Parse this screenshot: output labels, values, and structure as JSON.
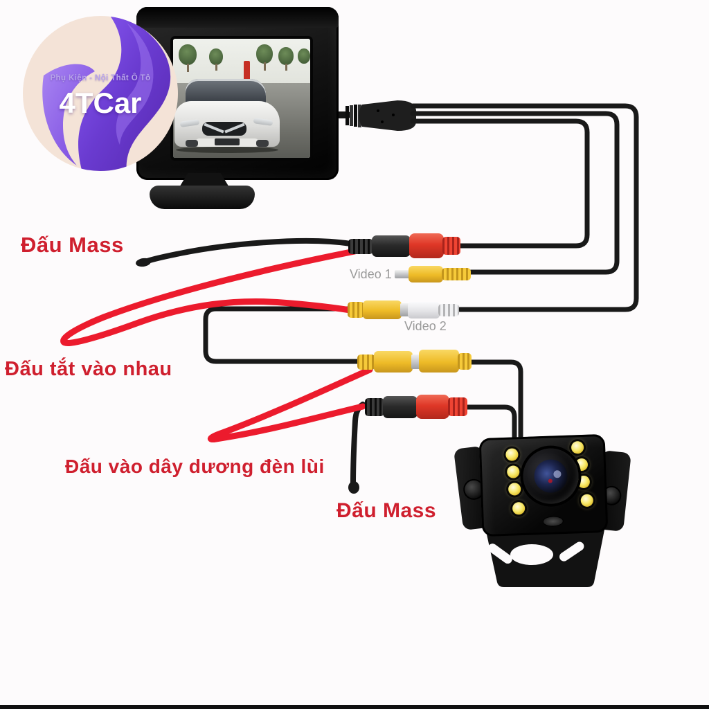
{
  "logo": {
    "tagline": "Phụ Kiện - Nội Thất Ô Tô",
    "brand": "4TCar"
  },
  "annotations": {
    "mass_top": "Đấu Mass",
    "video1": "Video 1",
    "video2": "Video 2",
    "twist_together": "Đấu tắt vào nhau",
    "reverse_positive": "Đấu vào dây dương đèn lùi",
    "mass_bottom": "Đấu Mass"
  },
  "components": {
    "monitor": "dash-monitor-showing-car",
    "camera": "rear-camera-8-led",
    "splitter": "monitor-3-wire-harness",
    "row1": "black DC female + red DC male (monitor power)",
    "row2": "yellow RCA female + white RCA male (Video 2 input)",
    "row3": "yellow RCA male + yellow RCA female (camera video)",
    "row4": "black DC female + red DC male (camera power)"
  },
  "colors": {
    "label_red": "#cf1f2e",
    "wire_red": "#ec1b2d",
    "wire_black": "#191919",
    "rca_yellow": "#eebb27",
    "rca_white": "#e9e9ec",
    "plug_red": "#df3727",
    "led_yellow": "#f8e96a",
    "logo_background": "#f4e3d7",
    "logo_purple": "#6a3bd0",
    "muted_label_grey": "#9a9a9a"
  }
}
